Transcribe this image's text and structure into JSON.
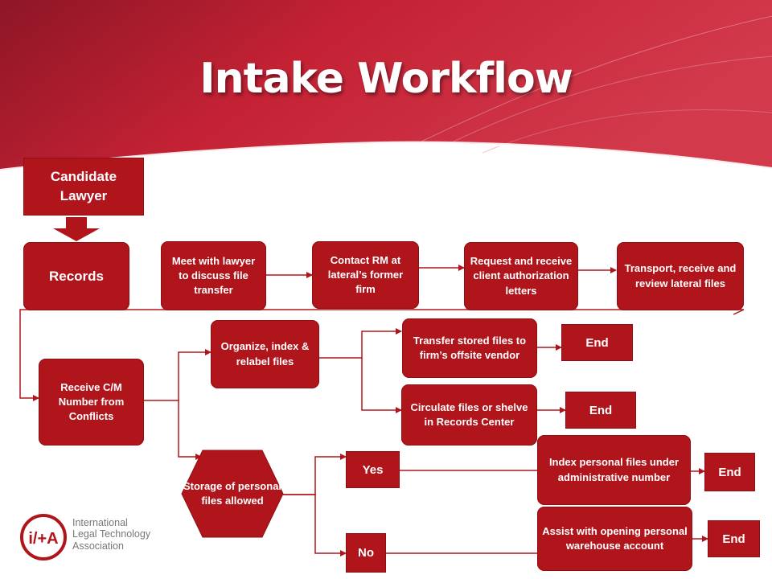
{
  "title": "Intake Workflow",
  "colors": {
    "accent": "#b0151c",
    "banner": "#c01f33",
    "connector": "#b0151c"
  },
  "nodes": {
    "candidate_lawyer": "Candidate Lawyer",
    "records": "Records",
    "meet_lawyer": "Meet with lawyer to discuss file transfer",
    "contact_rm": "Contact RM at lateral’s former firm",
    "request_letters": "Request and receive client authorization letters",
    "transport_files": "Transport, receive and review  lateral files",
    "receive_cm": "Receive C/M Number from Conflicts",
    "organize_files": "Organize, index & relabel files",
    "transfer_stored": "Transfer stored files to firm’s offsite vendor",
    "circulate_files": "Circulate files or shelve in Records Center",
    "storage_decision": "Storage of personal files allowed",
    "yes": "Yes",
    "no": "No",
    "index_personal": "Index personal files under administrative number",
    "assist_warehouse": "Assist with opening personal warehouse account",
    "end_1": "End",
    "end_2": "End",
    "end_3": "End",
    "end_4": "End"
  },
  "logo": {
    "mark": "i/+A",
    "line1": "International",
    "line2": "Legal Technology",
    "line3": "Association"
  }
}
